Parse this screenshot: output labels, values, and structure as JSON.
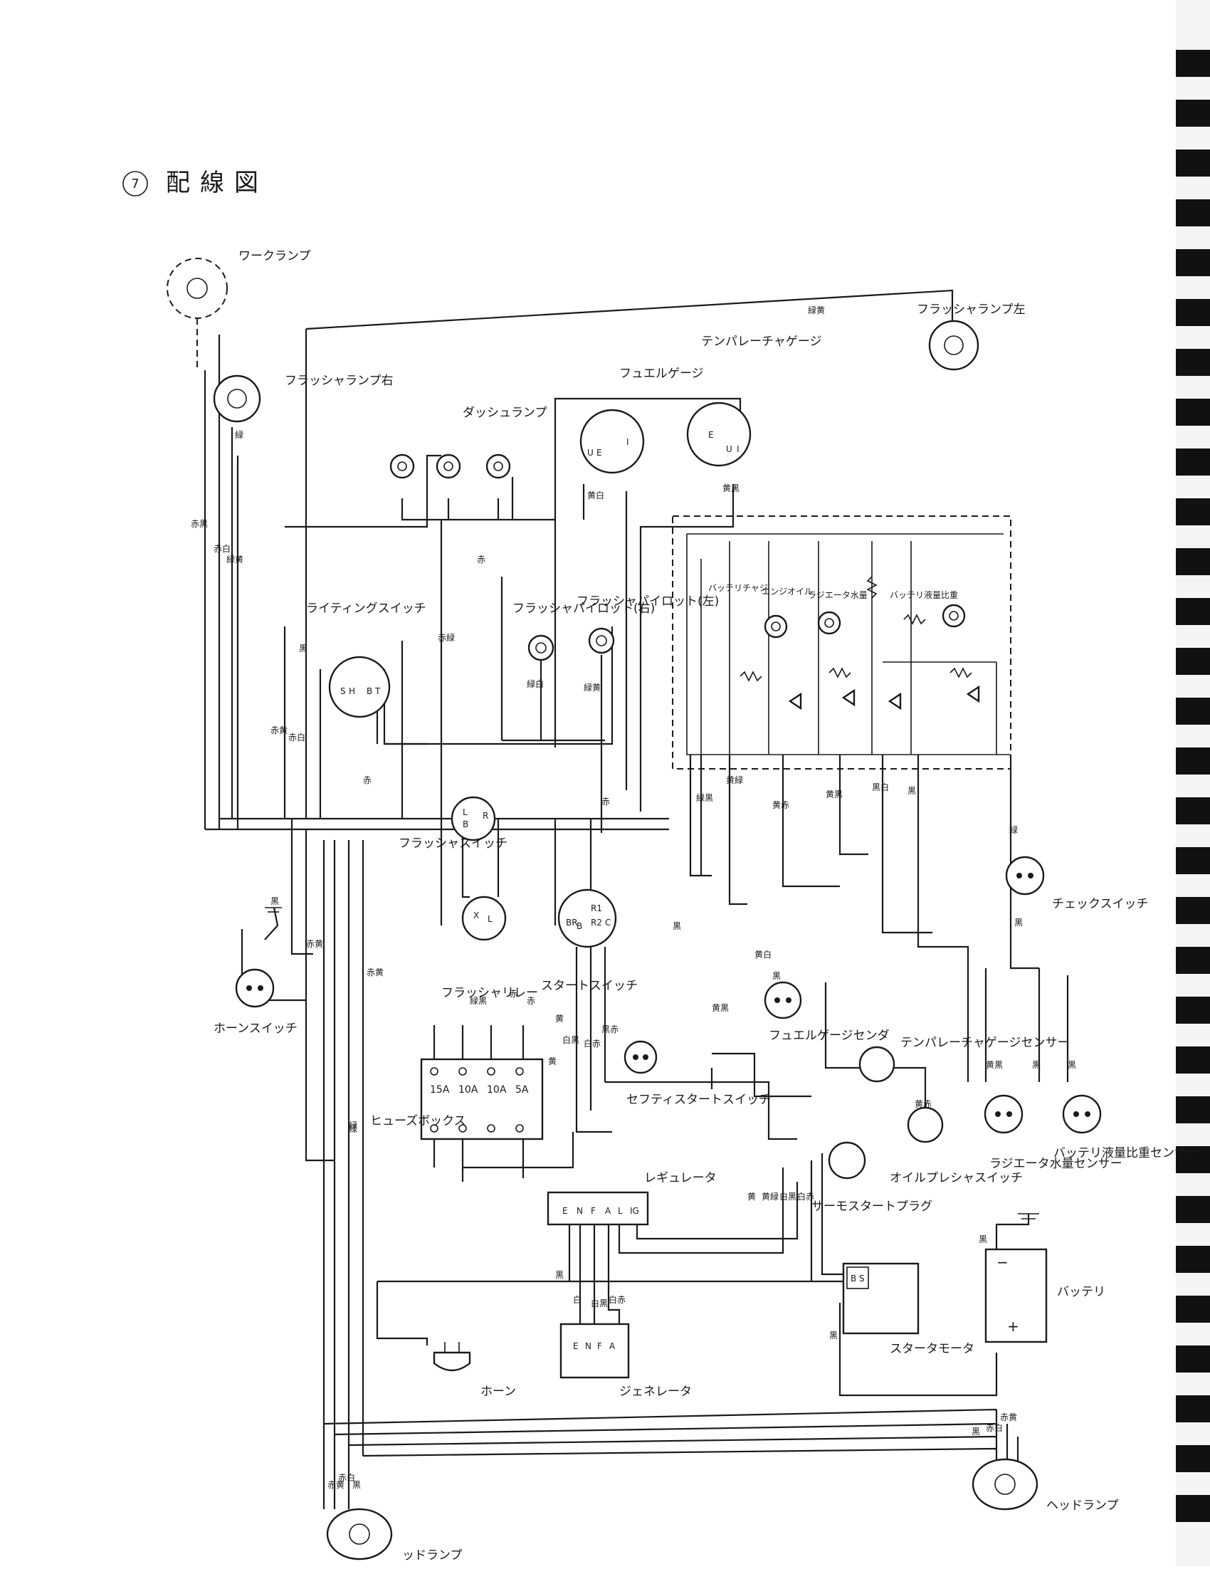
{
  "header": {
    "marker": "7",
    "title": "配線図"
  },
  "components": {
    "work_lamp": "ワークランプ",
    "flasher_lamp_right": "フラッシャランプ右",
    "flasher_lamp_left": "フラッシャランプ左",
    "dash_lamp": "ダッシュランプ",
    "fuel_gauge": "フュエルゲージ",
    "temp_gauge": "テンパレーチャゲージ",
    "lighting_switch": "ライティングスイッチ",
    "flasher_pilot_right": "フラッシャパイロット(右)",
    "flasher_pilot_left": "フラッシャパイロット(左)",
    "battery_charge": "バッテリチャジ",
    "engine_oil": "エンジオイル",
    "radiator_water": "ラジエータ水量",
    "battery_electrolyte": "バッテリ液量比重",
    "flasher_switch": "フラッシャスイッチ",
    "check_switch": "チェックスイッチ",
    "horn_switch": "ホーンスイッチ",
    "flasher_relay": "フラッシャリレー",
    "start_switch": "スタートスイッチ",
    "fuel_gauge_sender": "フュエルゲージセンダ",
    "safety_start_switch": "セフティスタートスイッチ",
    "temp_gauge_sensor": "テンパレーチャゲージセンサー",
    "oil_pressure_switch": "オイルプレシャスイッチ",
    "radiator_water_sensor": "ラジエータ水量センサー",
    "battery_electrolyte_sensor": "バッテリ液量比重センサー",
    "fuse_box": "ヒューズボックス",
    "thermo_start_plug": "サーモスタートプラグ",
    "regulator": "レギュレータ",
    "starter_motor": "スタータモータ",
    "battery": "バッテリ",
    "horn": "ホーン",
    "generator": "ジェネレータ",
    "head_lamp_right": "ヘッドランプ",
    "head_lamp_left": "ッドランプ"
  },
  "fuses": [
    "15A",
    "10A",
    "10A",
    "5A"
  ],
  "terminals": {
    "lighting_switch": [
      "S",
      "H",
      "B",
      "T"
    ],
    "flasher_switch": [
      "L",
      "B",
      "R"
    ],
    "flasher_relay": [
      "X",
      "L"
    ],
    "start_switch": [
      "BR",
      "R1",
      "B",
      "R2",
      "C"
    ],
    "fuel_gauge": [
      "U",
      "E",
      "I"
    ],
    "temp_gauge": [
      "E",
      "U",
      "I"
    ],
    "regulator": [
      "E",
      "N",
      "F",
      "A",
      "L",
      "IG"
    ],
    "generator": [
      "E",
      "N",
      "F",
      "A"
    ],
    "starter_motor": [
      "B",
      "S"
    ],
    "battery": [
      "−",
      "+"
    ]
  },
  "wire_labels": {
    "red_black": "赤黒",
    "red_white": "赤白",
    "green_yellow": "緑黄",
    "green": "緑",
    "black": "黒",
    "red": "赤",
    "red_green": "赤緑",
    "yellow_white": "黄白",
    "green_black": "緑黒",
    "green_white": "緑白",
    "yellow_black": "黄黒",
    "white_red": "白赤",
    "black_red": "黒赤",
    "white_black": "白黒",
    "yellow_red": "黄赤",
    "yellow": "黄",
    "black_white": "黒白",
    "yellow_green": "黄緑",
    "white": "白",
    "red_yellow": "赤黄"
  }
}
